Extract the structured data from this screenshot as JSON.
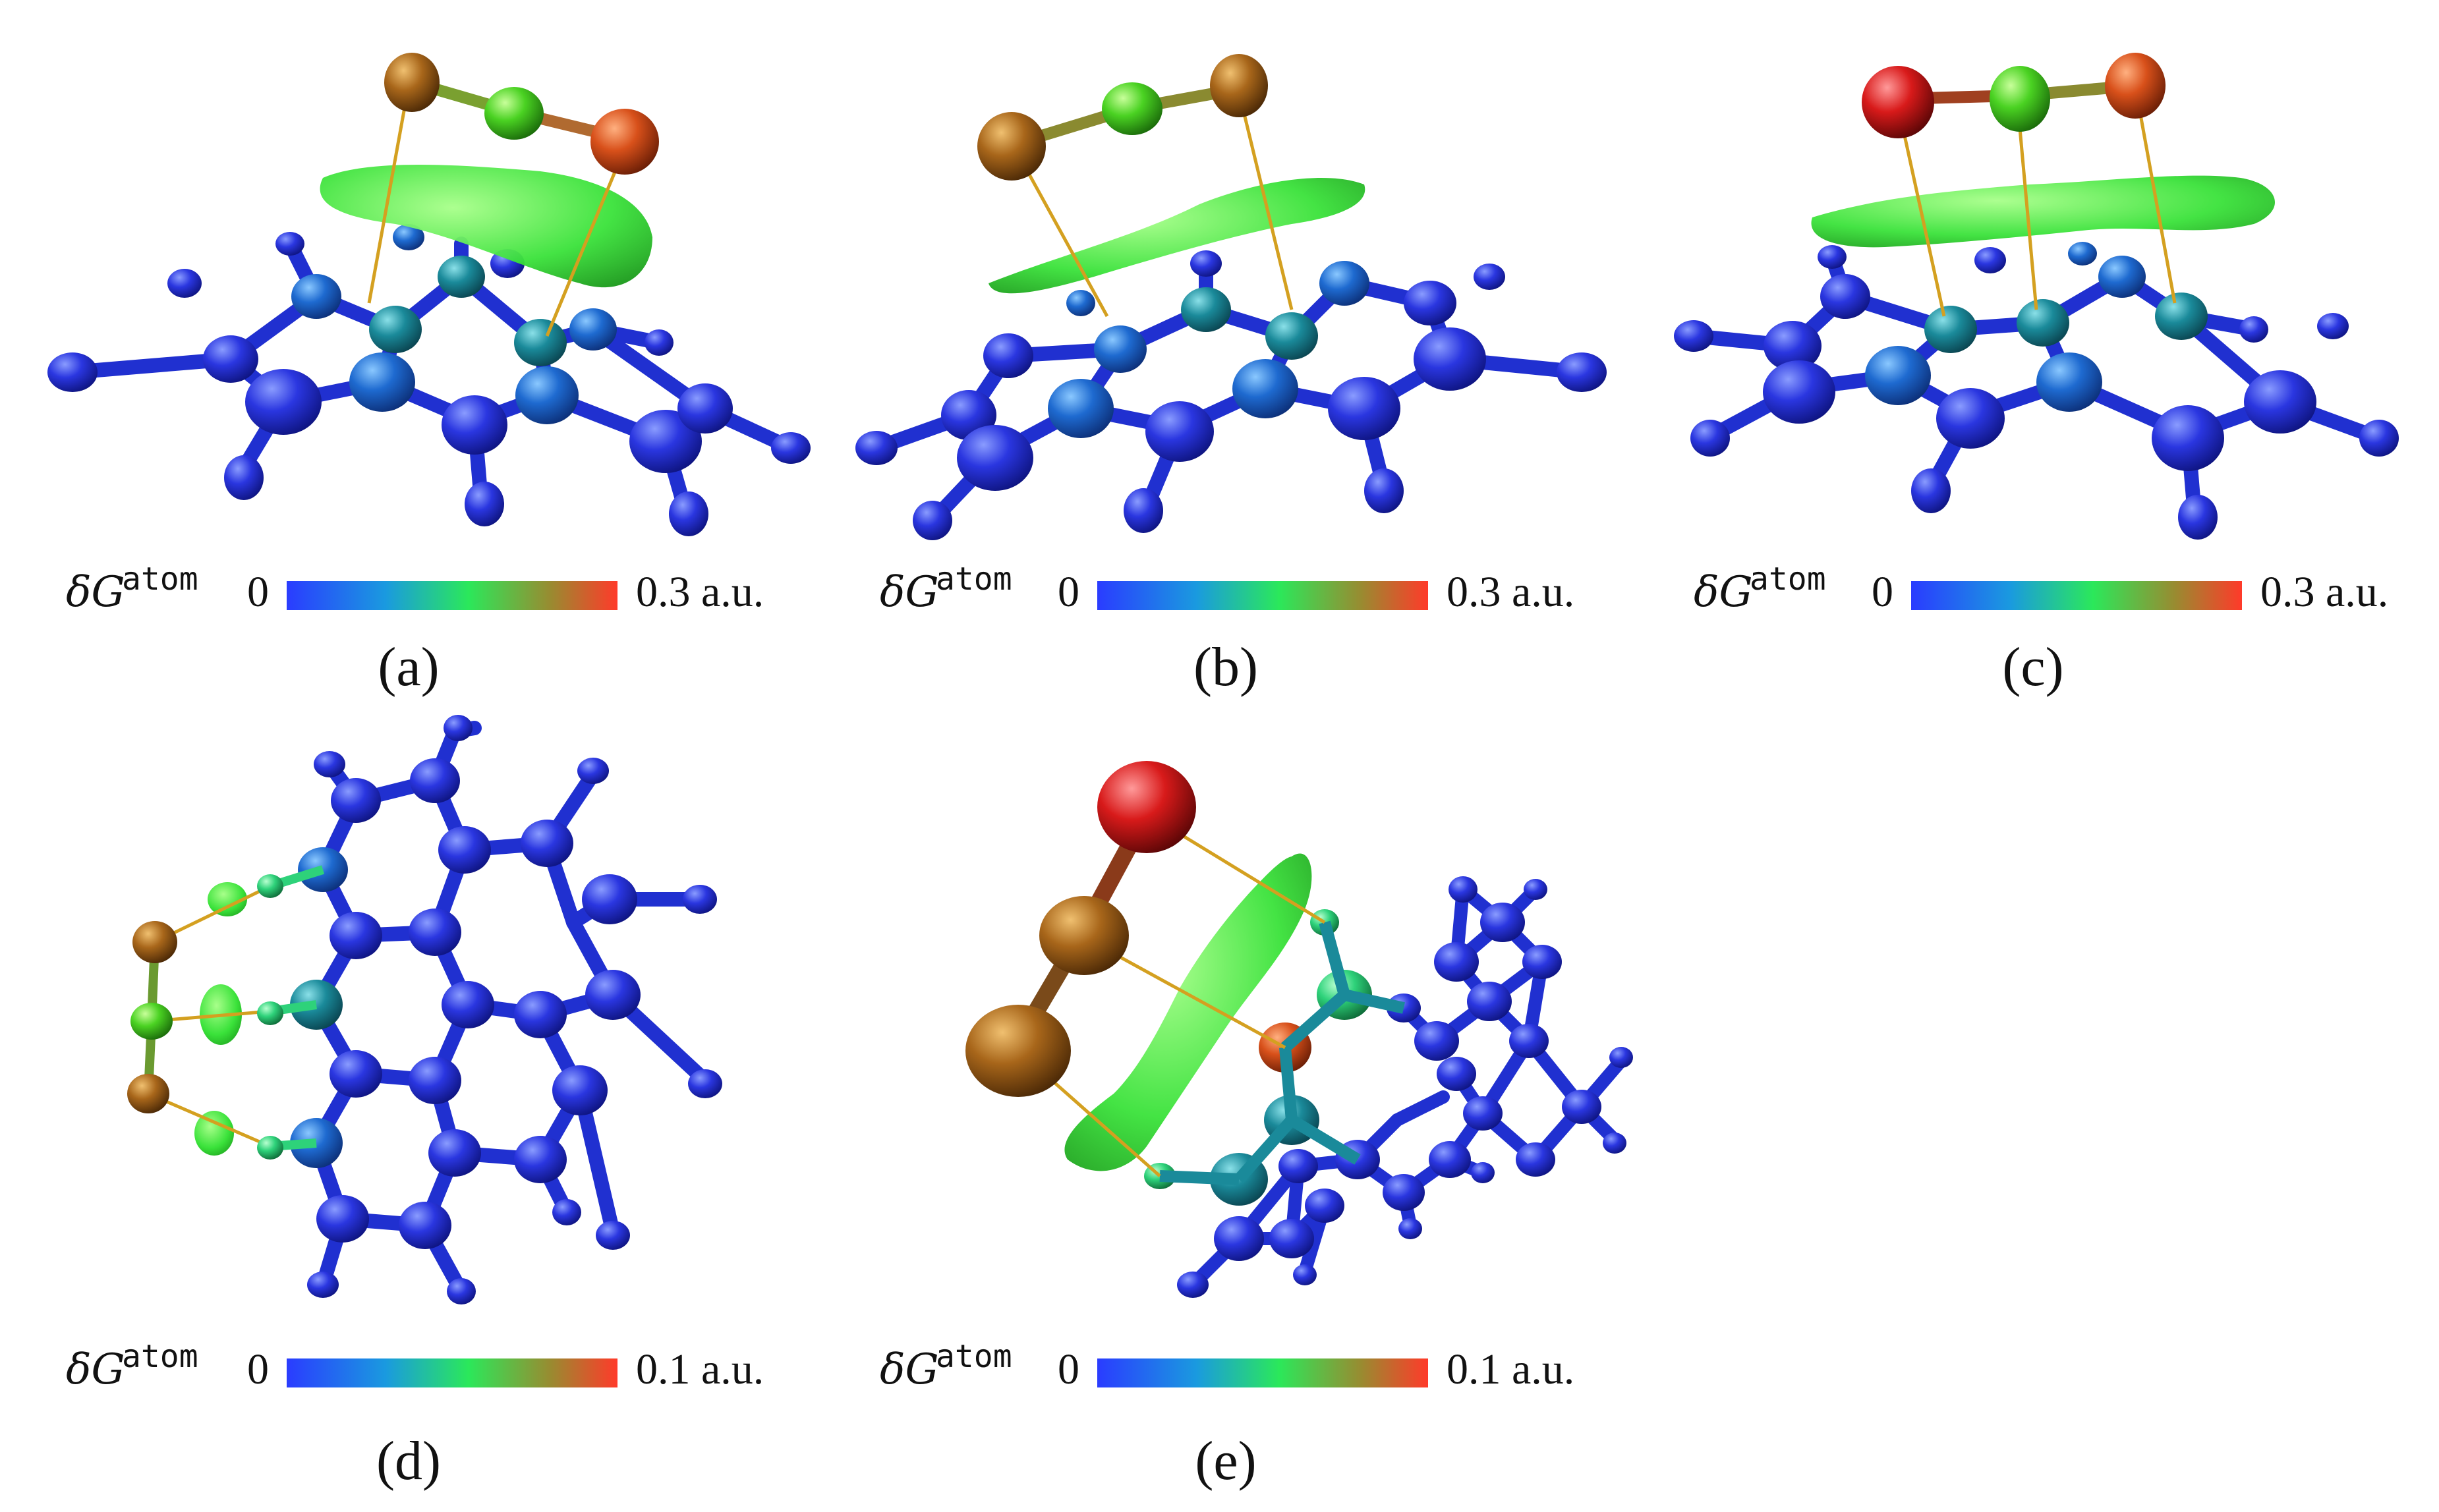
{
  "panels": [
    {
      "id": "a",
      "caption": "(a)",
      "legend": {
        "symbol": "δG",
        "superscript": "atom",
        "min": "0",
        "max": "0.3 a.u."
      }
    },
    {
      "id": "b",
      "caption": "(b)",
      "legend": {
        "symbol": "δG",
        "superscript": "atom",
        "min": "0",
        "max": "0.3 a.u."
      }
    },
    {
      "id": "c",
      "caption": "(c)",
      "legend": {
        "symbol": "δG",
        "superscript": "atom",
        "min": "0",
        "max": "0.3 a.u."
      }
    },
    {
      "id": "d",
      "caption": "(d)",
      "legend": {
        "symbol": "δG",
        "superscript": "atom",
        "min": "0",
        "max": "0.1 a.u."
      }
    },
    {
      "id": "e",
      "caption": "(e)",
      "legend": {
        "symbol": "δG",
        "superscript": "atom",
        "min": "0",
        "max": "0.1 a.u."
      }
    }
  ],
  "colors": {
    "scale": [
      "#2a3cff",
      "#1a9adf",
      "#2be85a",
      "#9a8a30",
      "#ff3a2a"
    ],
    "isosurface": "#3ae23a",
    "bond_path": "#d4a020"
  }
}
